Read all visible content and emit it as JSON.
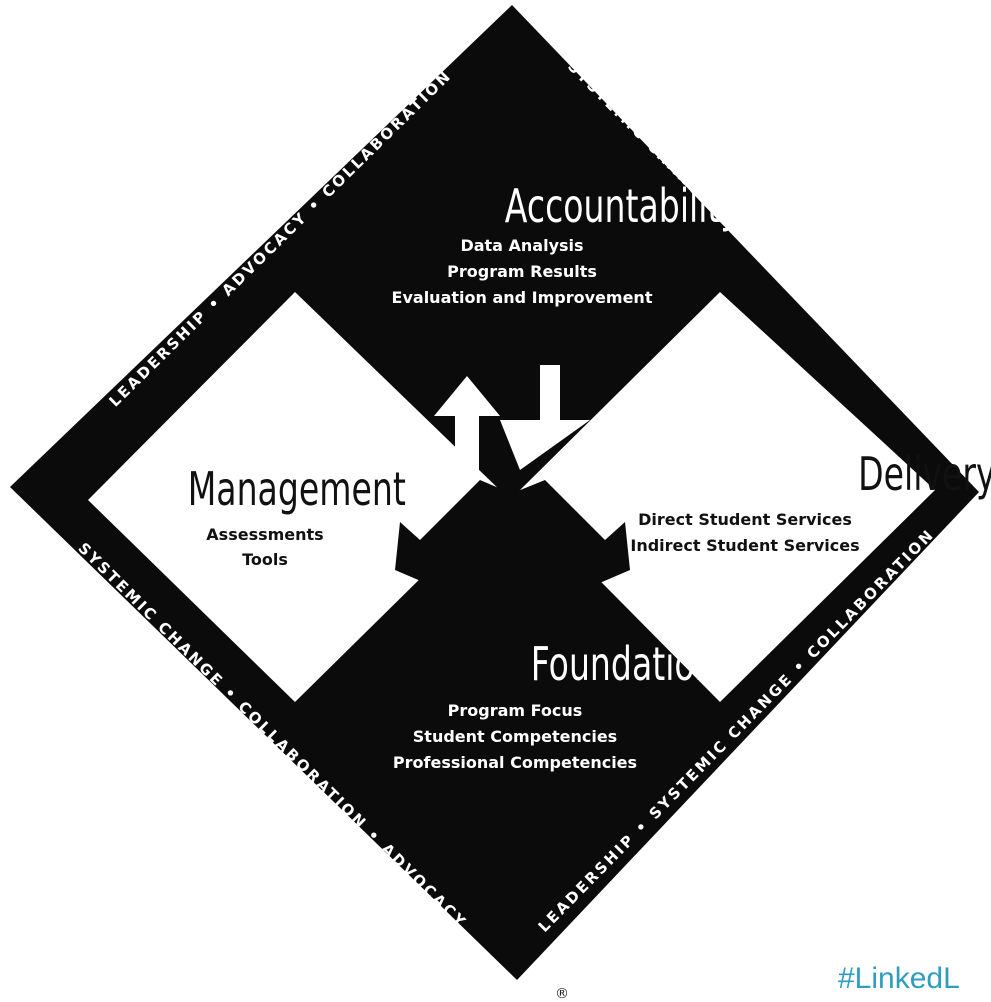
{
  "border_text": {
    "top_left": "LEADERSHIP • ADVOCACY • COLLABORATION",
    "top_right": "SYSTEMIC CHANGE • LEADERSHIP • ADVOCACY",
    "bottom_right": "LEADERSHIP • SYSTEMIC CHANGE • COLLABORATION",
    "bottom_left": "SYSTEMIC CHANGE • COLLABORATION • ADVOCACY"
  },
  "quadrants": {
    "accountability": {
      "title": "Accountability",
      "items": [
        "Data Analysis",
        "Program Results",
        "Evaluation and Improvement"
      ]
    },
    "management": {
      "title": "Management",
      "items": [
        "Assessments",
        "Tools"
      ]
    },
    "delivery": {
      "title": "Delivery",
      "items": [
        "Direct Student Services",
        "Indirect Student Services"
      ]
    },
    "foundation": {
      "title": "Foundation",
      "items": [
        "Program Focus",
        "Student Competencies",
        "Professional Competencies"
      ]
    }
  },
  "registered_mark": "®",
  "hashtag": "#LinkedL",
  "colors": {
    "dark": "#0b0b0b",
    "light": "#ffffff",
    "hashtag": "#2f9dbd"
  }
}
